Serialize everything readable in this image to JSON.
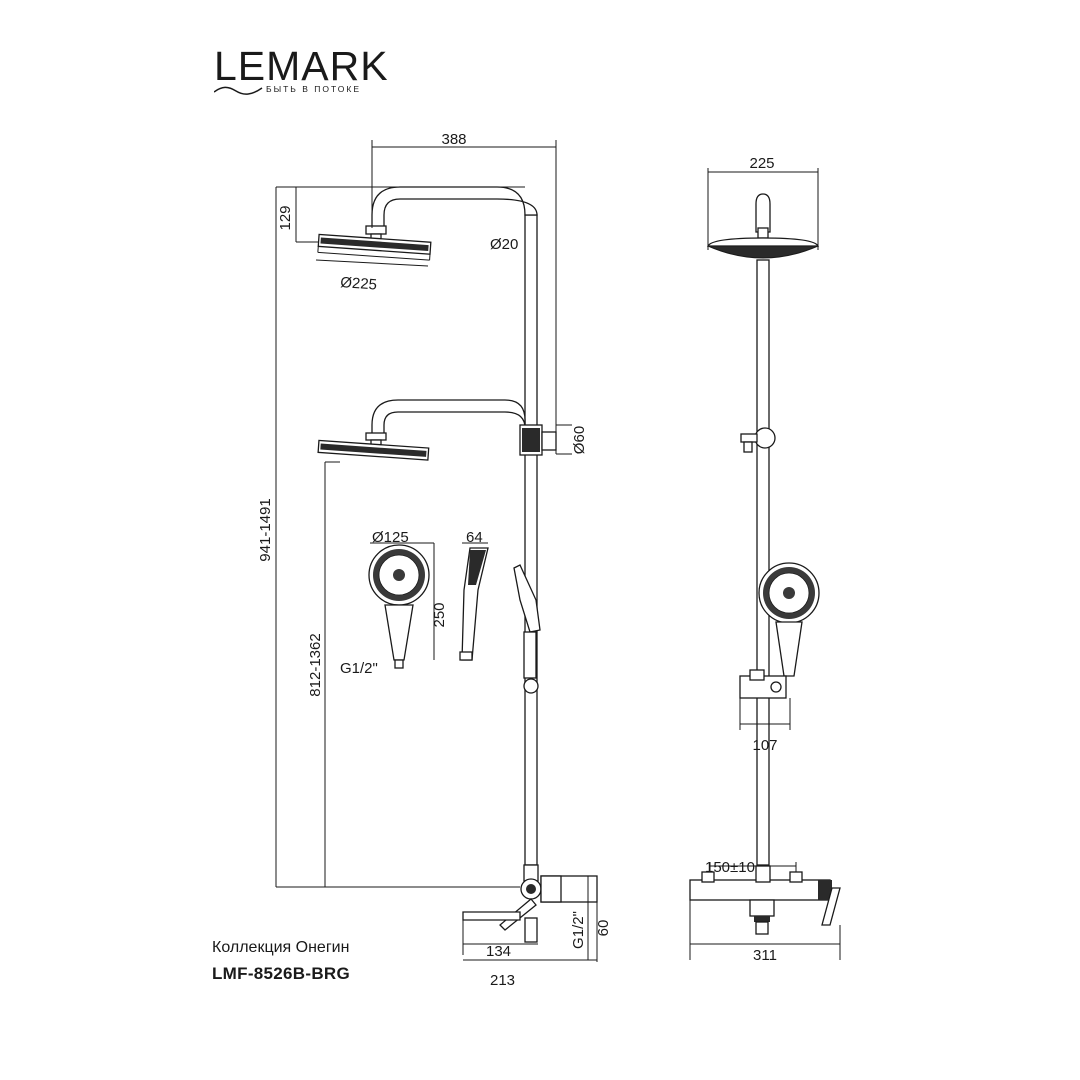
{
  "brand": {
    "name": "LEMARK",
    "tagline": "БЫТЬ В ПОТОКЕ"
  },
  "collection": "Коллекция Онегин",
  "model": "LMF-8526B-BRG",
  "dimensions": {
    "arm_reach": "388",
    "head_drop": "129",
    "head_diameter": "Ø225",
    "pipe_diameter": "Ø20",
    "bracket_diameter": "Ø60",
    "total_height": "941-1491",
    "lower_height": "812-1362",
    "hand_shower_diameter": "Ø125",
    "hand_shower_depth": "64",
    "hand_shower_length": "250",
    "hand_shower_thread": "G1/2\"",
    "spout_length": "134",
    "mixer_depth": "213",
    "mixer_thread": "G1/2\"",
    "mixer_height": "60",
    "front_head_width": "225",
    "holder_width": "107",
    "center_distance": "150±10",
    "mixer_width": "311"
  }
}
